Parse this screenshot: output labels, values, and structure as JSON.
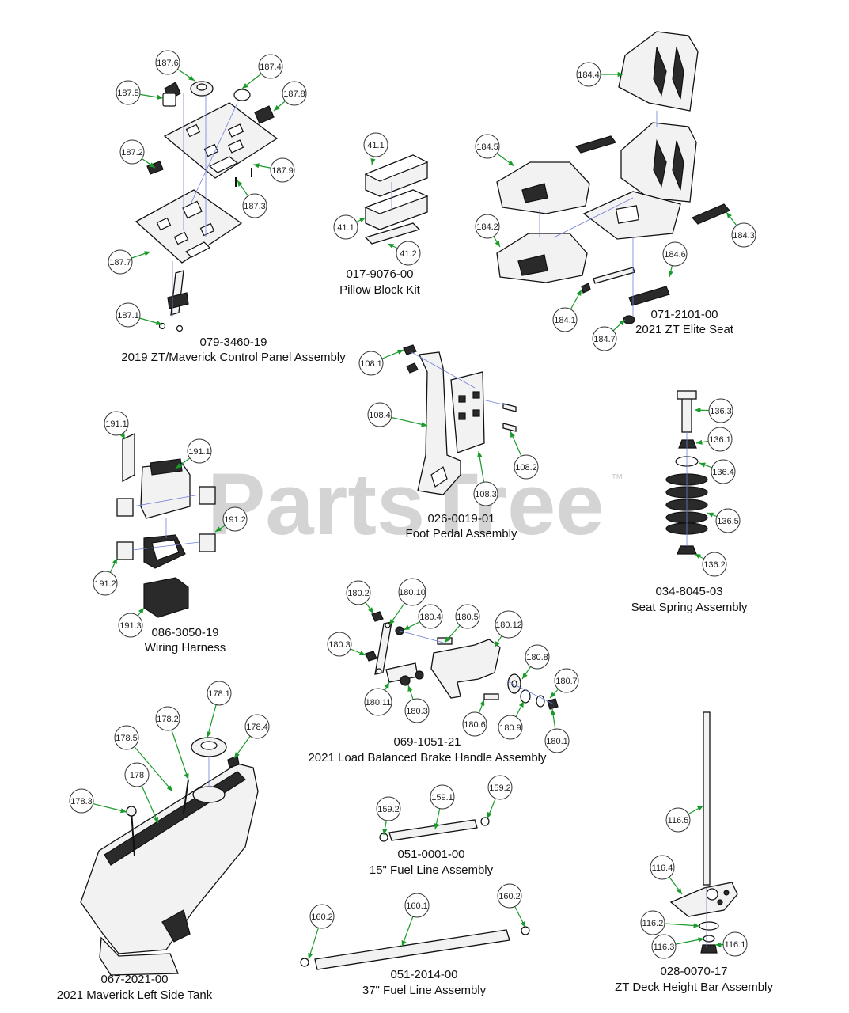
{
  "watermark": {
    "text": "PartsTree",
    "trademark": "™"
  },
  "colors": {
    "leader": "#1a9a2a",
    "guide": "#6f7fd8",
    "outline": "#111111",
    "bubble": "#ffffff"
  },
  "assemblies": [
    {
      "id": "control-panel",
      "part_number": "079-3460-19",
      "title": "2019 ZT/Maverick Control Panel Assembly"
    },
    {
      "id": "pillow-block",
      "part_number": "017-9076-00",
      "title": "Pillow Block Kit"
    },
    {
      "id": "elite-seat",
      "part_number": "071-2101-00",
      "title": "2021 ZT Elite Seat"
    },
    {
      "id": "foot-pedal",
      "part_number": "026-0019-01",
      "title": "Foot Pedal Assembly"
    },
    {
      "id": "seat-spring",
      "part_number": "034-8045-03",
      "title": "Seat Spring Assembly"
    },
    {
      "id": "wiring-harness",
      "part_number": "086-3050-19",
      "title": "Wiring Harness"
    },
    {
      "id": "brake-handle",
      "part_number": "069-1051-21",
      "title": "2021 Load Balanced Brake Handle Assembly"
    },
    {
      "id": "fuel-line-15",
      "part_number": "051-0001-00",
      "title": "15\" Fuel Line Assembly"
    },
    {
      "id": "left-side-tank",
      "part_number": "067-2021-00",
      "title": "2021 Maverick Left Side Tank"
    },
    {
      "id": "fuel-line-37",
      "part_number": "051-2014-00",
      "title": "37\" Fuel Line Assembly"
    },
    {
      "id": "deck-height-bar",
      "part_number": "028-0070-17",
      "title": "ZT Deck Height Bar Assembly"
    }
  ],
  "callouts": [
    "187.6",
    "187.4",
    "187.5",
    "187.8",
    "187.2",
    "187.9",
    "187.3",
    "187.7",
    "187.1",
    "41.1",
    "41.1",
    "41.2",
    "184.4",
    "184.5",
    "184.2",
    "184.3",
    "184.6",
    "184.1",
    "184.7",
    "108.1",
    "108.4",
    "108.2",
    "108.3",
    "136.3",
    "136.1",
    "136.4",
    "136.5",
    "136.2",
    "191.1",
    "191.1",
    "191.2",
    "191.2",
    "191.3",
    "180.2",
    "180.10",
    "180.4",
    "180.5",
    "180.12",
    "180.3",
    "180.8",
    "180.7",
    "180.11",
    "180.3",
    "180.6",
    "180.9",
    "180.1",
    "178.1",
    "178.2",
    "178.5",
    "178.4",
    "178",
    "178.3",
    "159.2",
    "159.1",
    "159.2",
    "160.1",
    "160.2",
    "160.2",
    "116.5",
    "116.4",
    "116.2",
    "116.3",
    "116.1"
  ]
}
